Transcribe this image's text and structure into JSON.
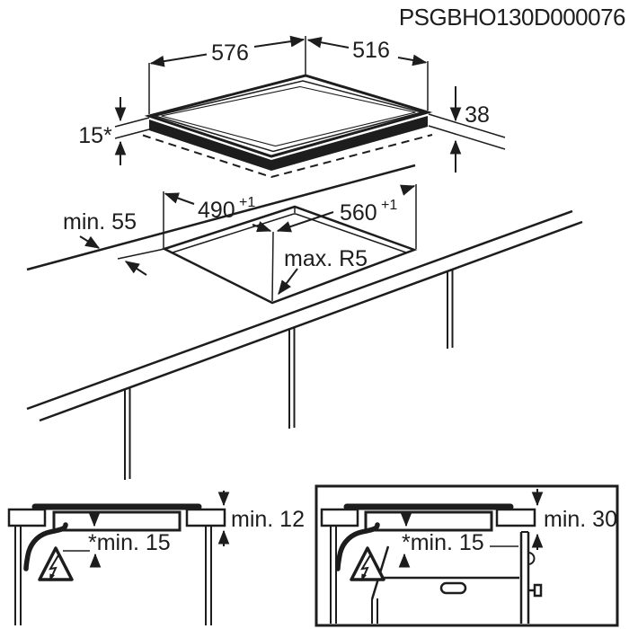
{
  "header": {
    "part_number": "PSGBHO130D000076"
  },
  "colors": {
    "line": "#1d1d1d",
    "background": "#ffffff"
  },
  "hob_view": {
    "width_mm": "576",
    "depth_mm": "516",
    "total_height_mm": "38",
    "rim_height_mm": "15*"
  },
  "cutout_view": {
    "cutout_depth": {
      "value": "490",
      "tolerance": "+1"
    },
    "cutout_width": {
      "value": "560",
      "tolerance": "+1"
    },
    "edge_clearance": "min. 55",
    "corner_radius": "max. R5"
  },
  "section_drawer": {
    "worktop_thickness": "min. 12",
    "clearance_below_hob": "*min. 15"
  },
  "section_oven": {
    "clearance_to_oven": "min. 30",
    "clearance_below_hob": "*min. 15"
  },
  "icons": {
    "hazard_left": "electric-shock-warning-icon",
    "hazard_right": "electric-shock-warning-icon"
  }
}
